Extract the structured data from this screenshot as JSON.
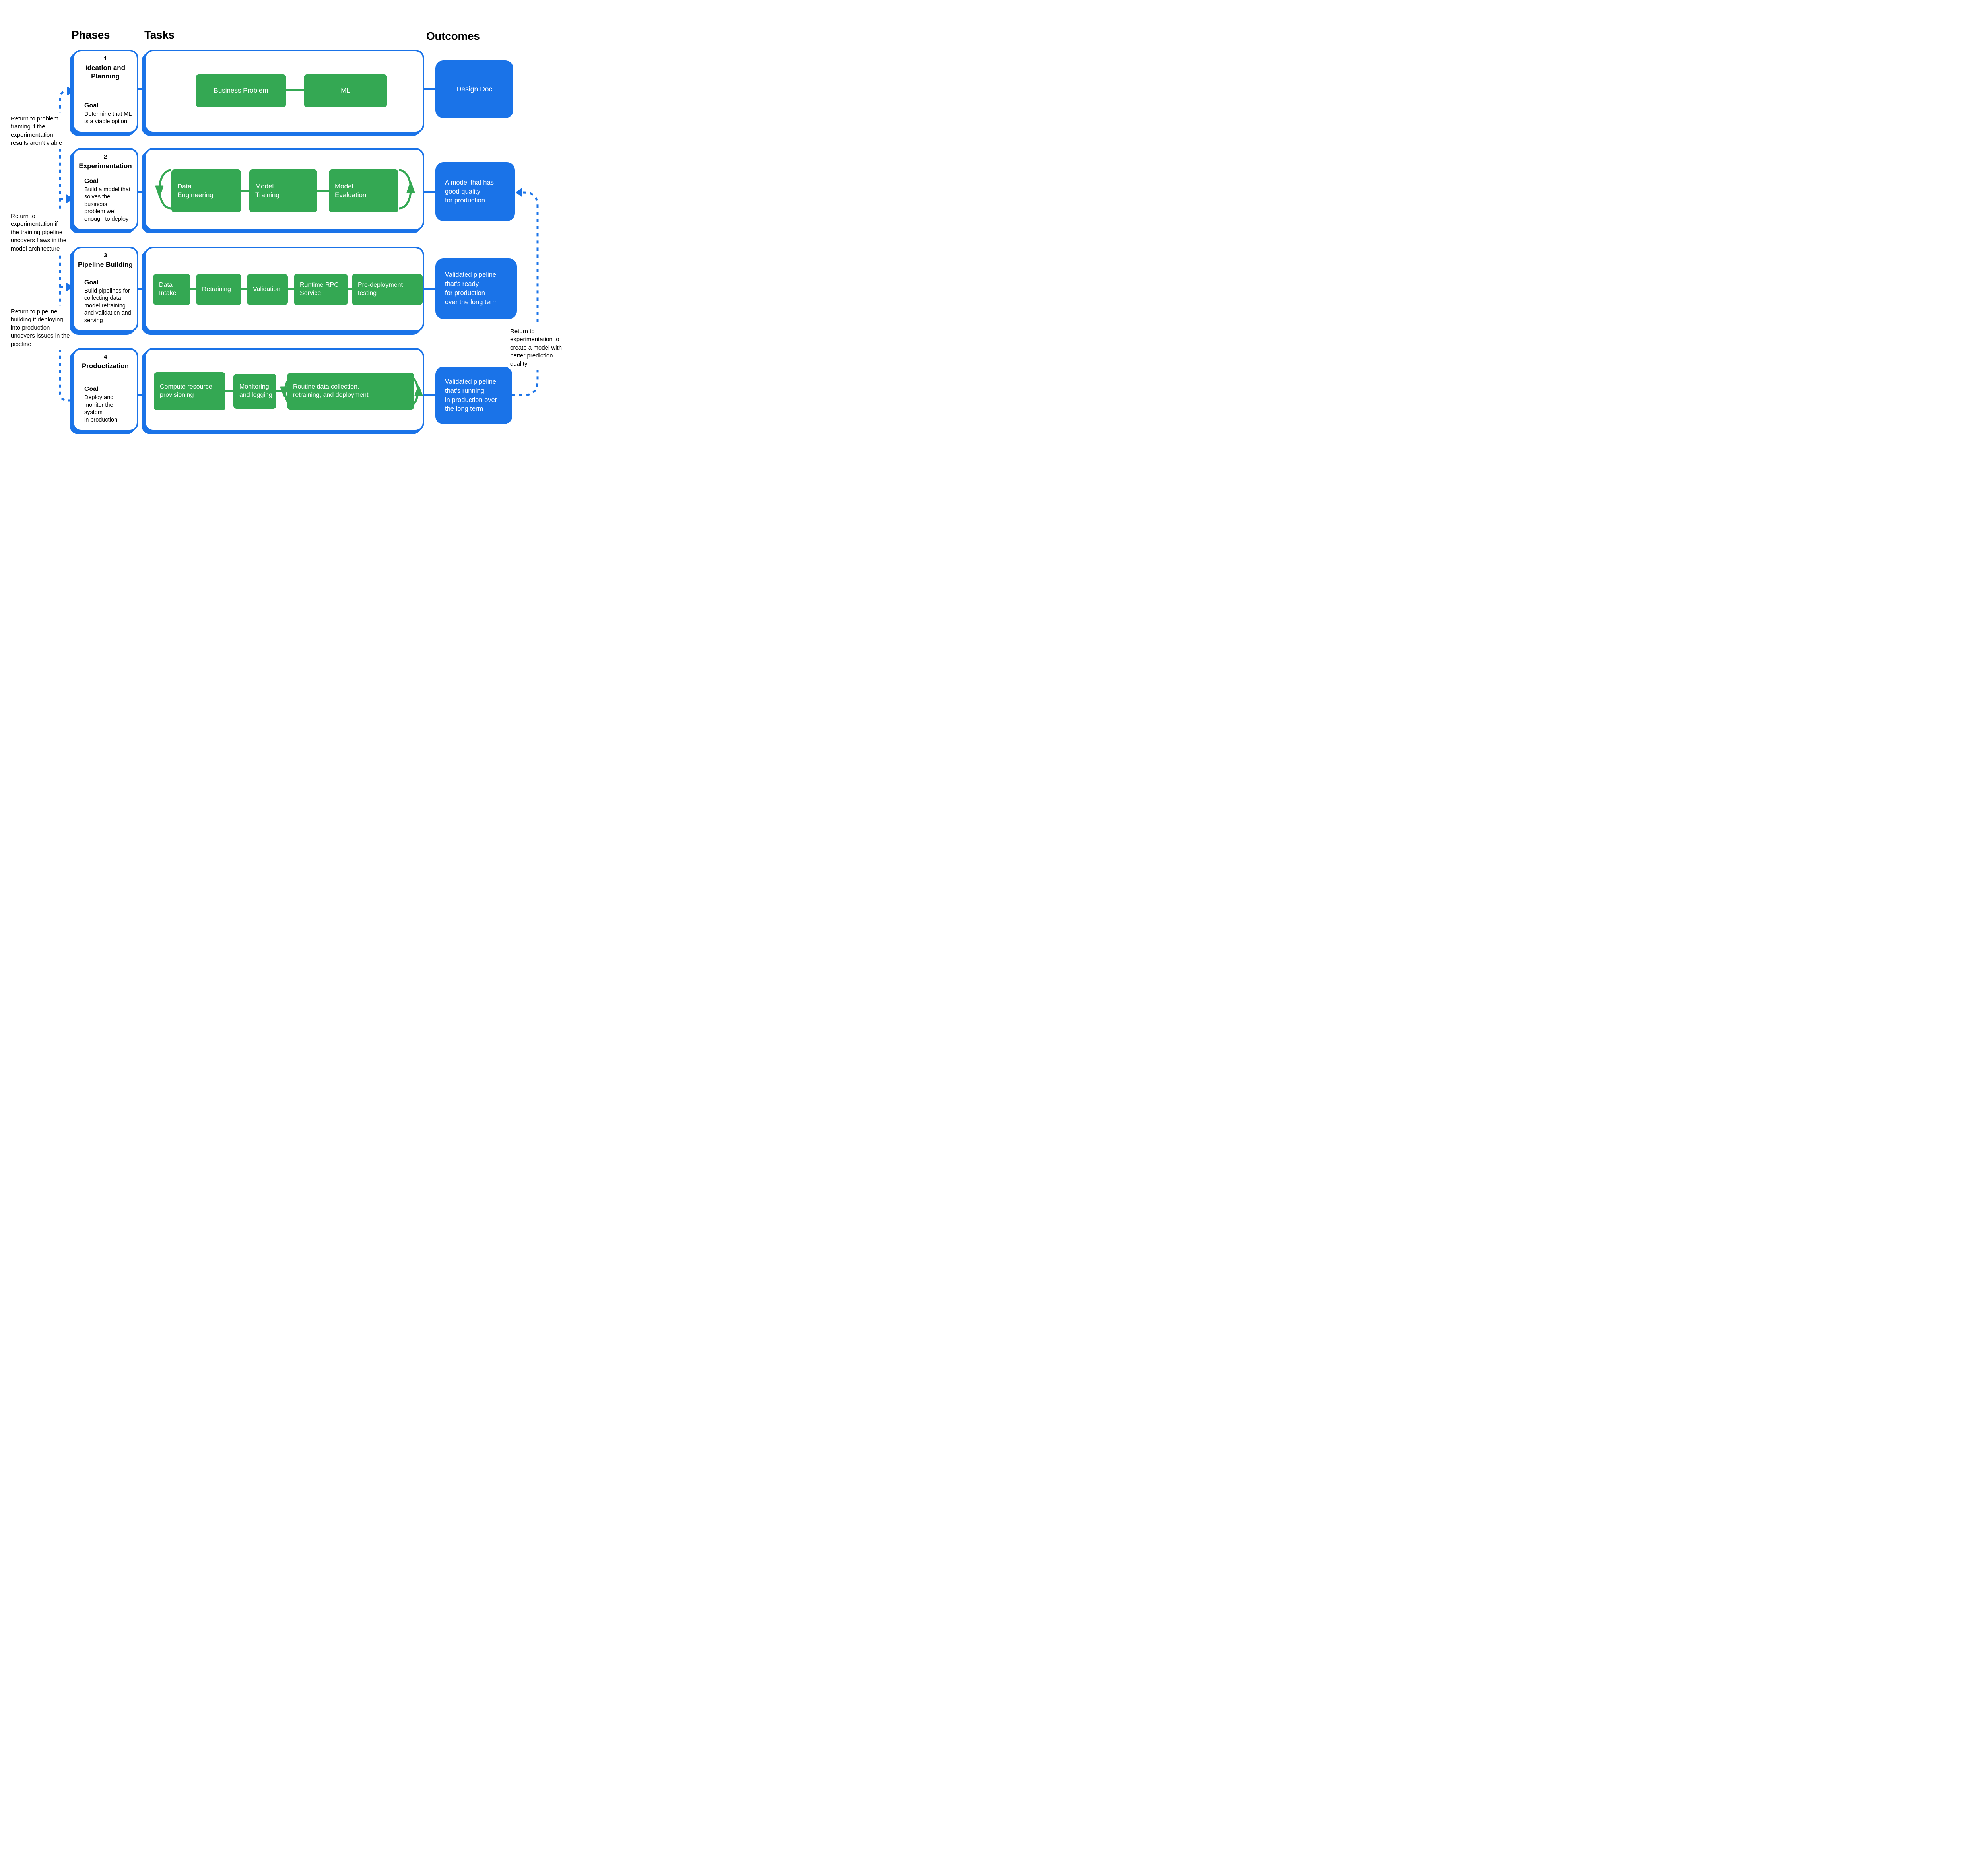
{
  "headers": {
    "phases": "Phases",
    "tasks": "Tasks",
    "outcomes": "Outcomes"
  },
  "colors": {
    "accent_blue": "#1A73E8",
    "accent_green": "#34A853",
    "text": "#000000"
  },
  "phases": [
    {
      "number": "1",
      "title": "Ideation and\nPlanning",
      "goal_label": "Goal",
      "goal": "Determine that ML\nis a viable option"
    },
    {
      "number": "2",
      "title": "Experimentation",
      "goal_label": "Goal",
      "goal": "Build a model that\nsolves the business\nproblem well\nenough to deploy"
    },
    {
      "number": "3",
      "title": "Pipeline Building",
      "goal_label": "Goal",
      "goal": "Build pipelines for\ncollecting data,\nmodel retraining\nand validation and\nserving"
    },
    {
      "number": "4",
      "title": "Productization",
      "goal_label": "Goal",
      "goal": "Deploy and\nmonitor the system\nin production"
    }
  ],
  "tasks": {
    "row1": [
      "Business Problem",
      "ML"
    ],
    "row2": [
      "Data\nEngineering",
      "Model\nTraining",
      "Model\nEvaluation"
    ],
    "row3": [
      "Data\nIntake",
      "Retraining",
      "Validation",
      "Runtime RPC\nService",
      "Pre-deployment\ntesting"
    ],
    "row4": [
      "Compute resource\nprovisioning",
      "Monitoring\nand logging",
      "Routine data collection,\nretraining, and deployment"
    ]
  },
  "outcomes": [
    "Design Doc",
    "A model that has\ngood quality\nfor production",
    "Validated pipeline\nthat’s ready\nfor production\nover the long term",
    "Validated pipeline\nthat’s running\nin production over\nthe long term"
  ],
  "annotations": {
    "left": [
      "Return to problem\nframing if the\nexperimentation\nresults aren’t viable",
      "Return to\nexperimentation if\nthe training pipeline\nuncovers flaws in the\nmodel architecture",
      "Return to pipeline\nbuilding if deploying\ninto production\nuncovers issues in the\npipeline"
    ],
    "right": "Return to\nexperimentation to\ncreate a model with\nbetter prediction\nquality"
  }
}
